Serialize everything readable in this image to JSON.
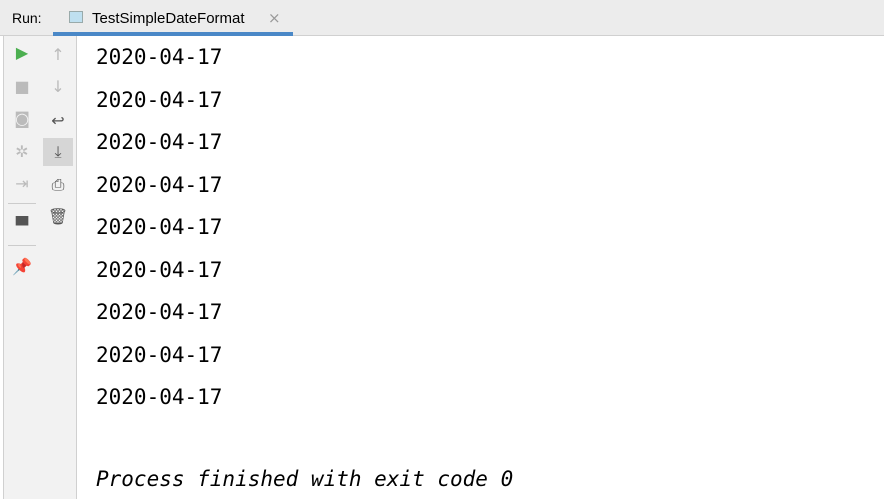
{
  "run_label": "Run:",
  "tab": {
    "title": "TestSimpleDateFormat",
    "close": "×"
  },
  "output_lines": [
    "2020-04-17",
    "2020-04-17",
    "2020-04-17",
    "2020-04-17",
    "2020-04-17",
    "2020-04-17",
    "2020-04-17",
    "2020-04-17",
    "2020-04-17"
  ],
  "process_message": "Process finished with exit code 0"
}
